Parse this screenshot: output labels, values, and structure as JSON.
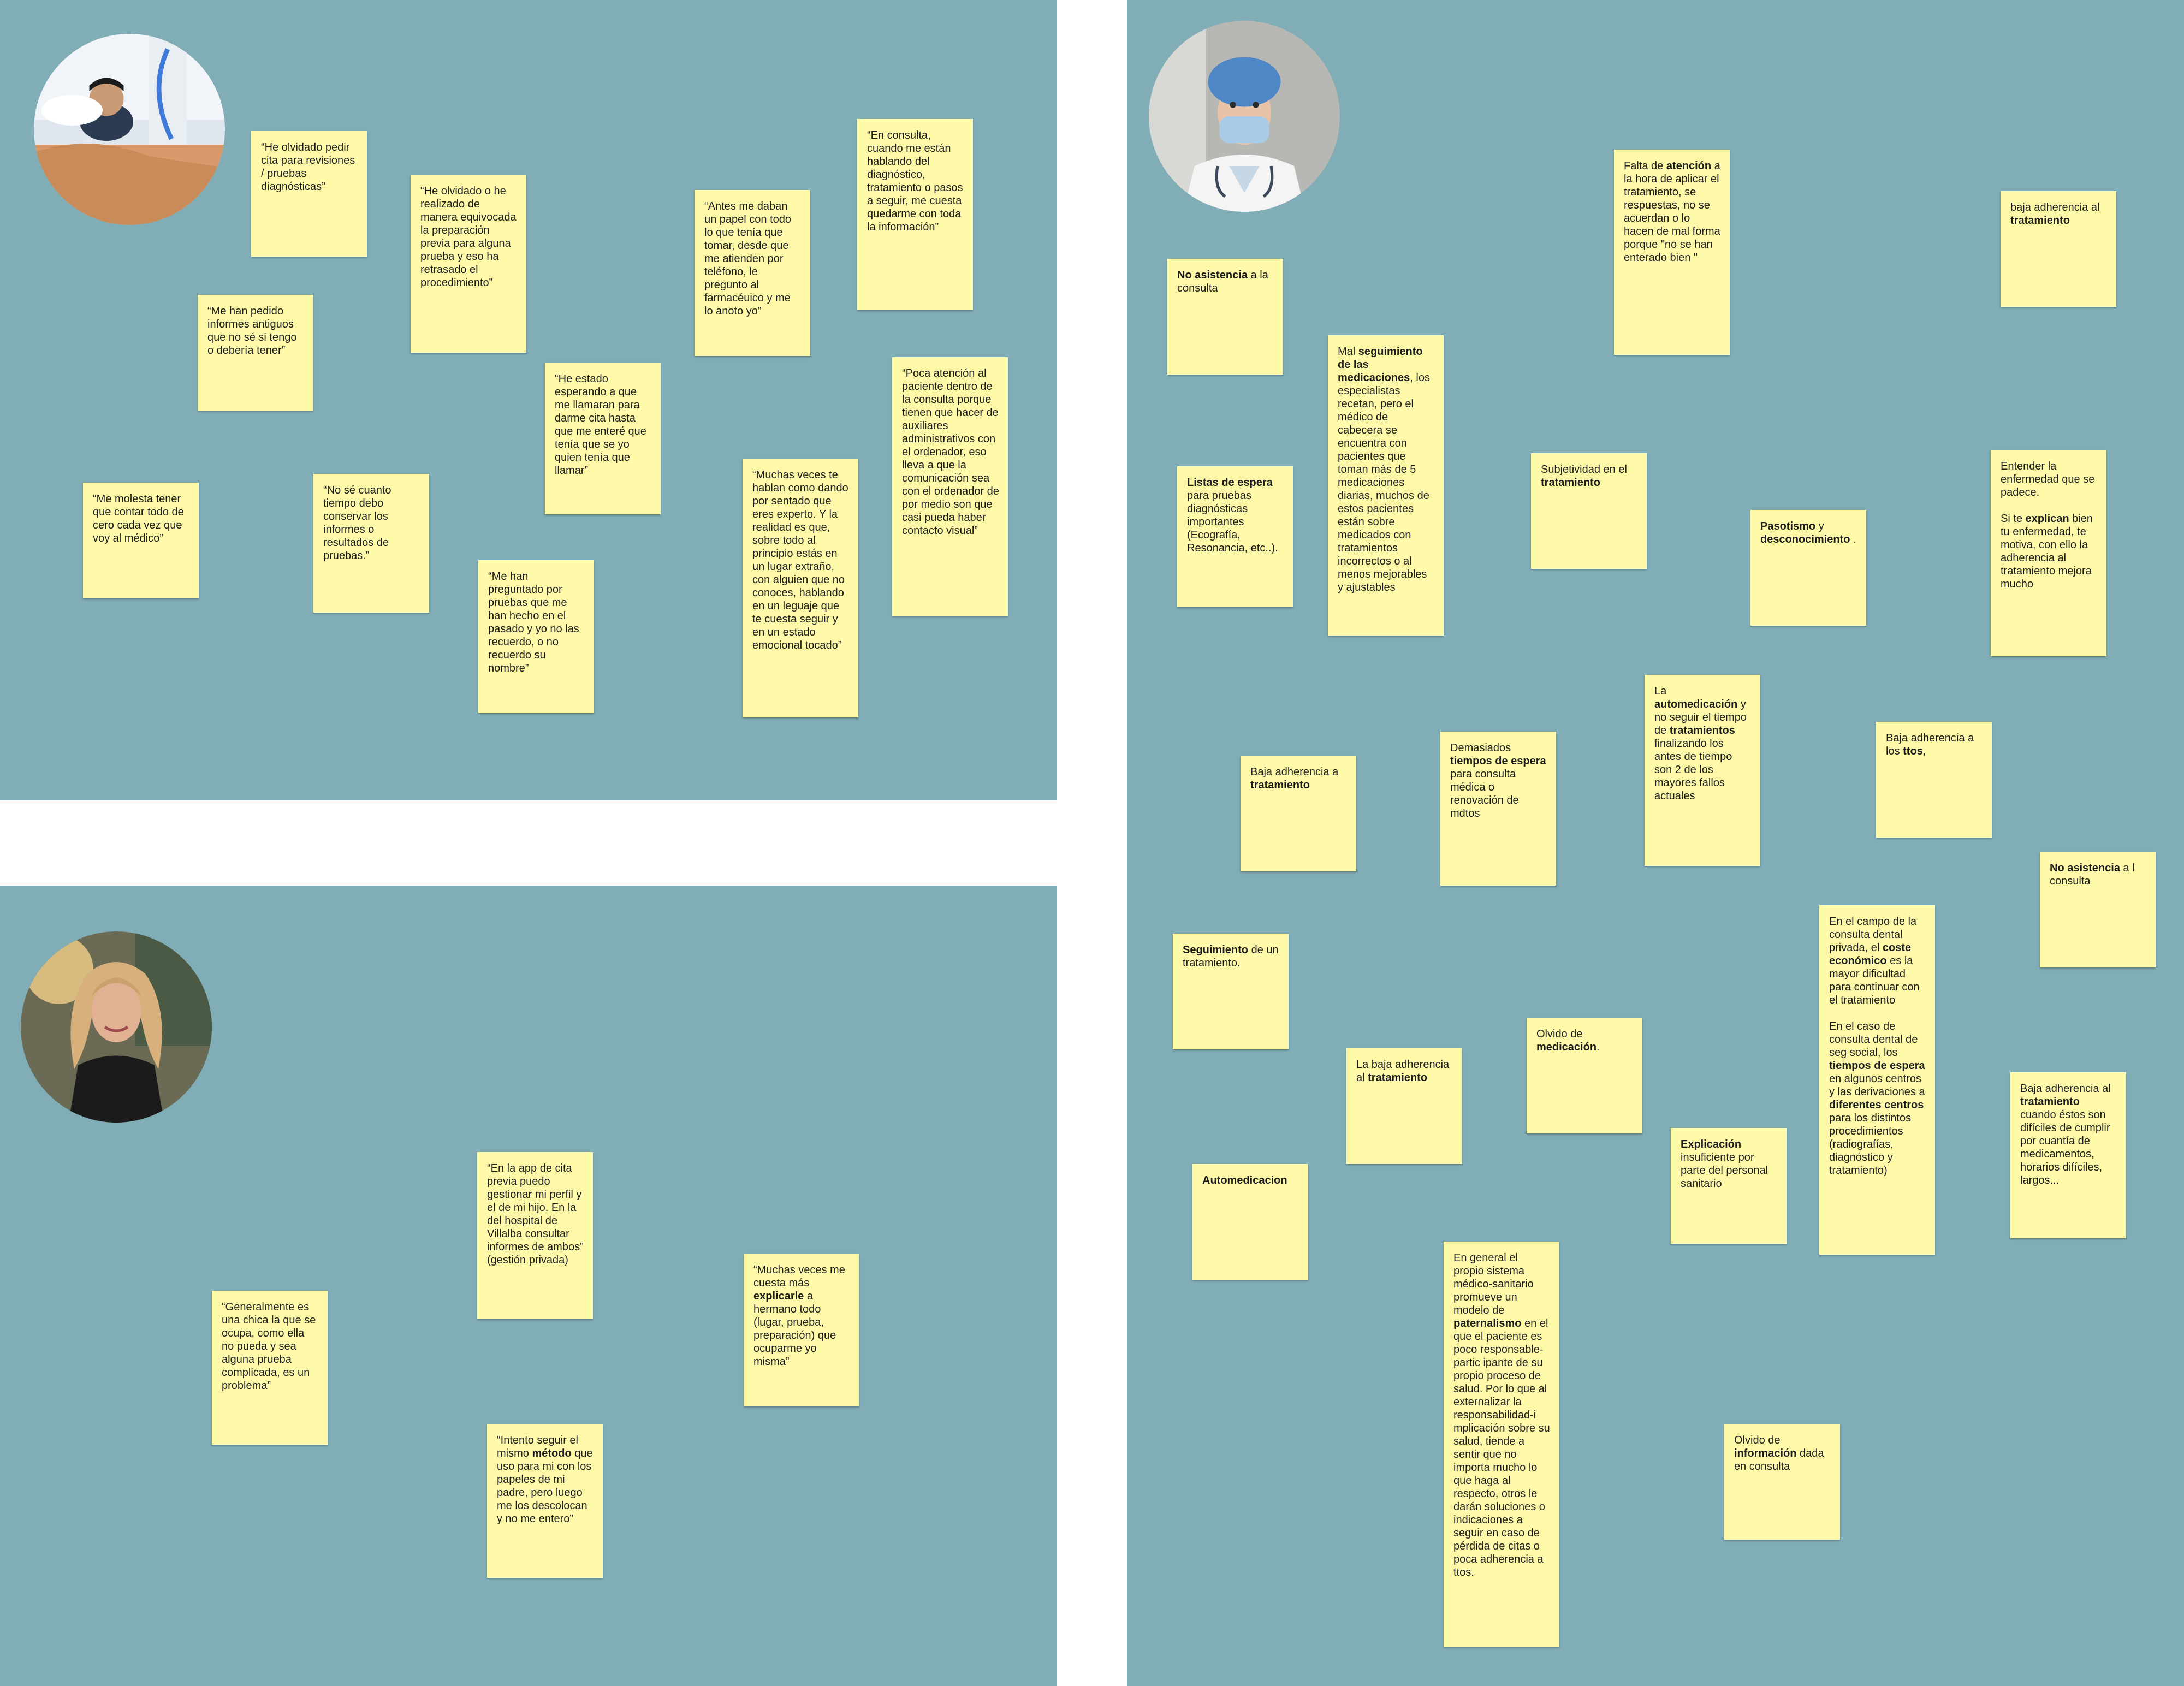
{
  "colors": {
    "board": "#80adb6",
    "note": "#fdf9a9",
    "background": "#ffffff"
  },
  "boards": [
    {
      "name": "patient-board",
      "avatar": "patient-man-avatar",
      "notes": [
        "“He olvidado pedir cita para revisiones / pruebas diagnósticas”",
        "“He olvidado o he realizado de manera equivocada la preparación previa para alguna prueba y eso ha retrasado el procedimiento”",
        "“Antes me daban un papel con todo lo que tenía que tomar, desde que me atienden por teléfono, le pregunto al farmacéuico y me lo anoto yo”",
        "“En consulta, cuando me están hablando del diagnóstico, tratamiento o pasos a seguir, me cuesta quedarme con toda la información”",
        "“Me han pedido informes antiguos que no sé si tengo o debería tener”",
        "“He estado esperando a que me llamaran para darme cita hasta que me enteré que tenía que se yo quien tenía que llamar”",
        "“Poca atención al paciente dentro de la consulta porque tienen que hacer de auxiliares administrativos con el ordenador, eso lleva a que la comunicación sea con el ordenador de por medio son que casi pueda haber contacto visual”",
        "“Me molesta tener que contar todo de cero cada vez que voy al médico”",
        "“No sé cuanto tiempo debo conservar los informes o resultados de pruebas.”",
        "“Muchas veces te hablan como dando por sentado que eres experto. Y la realidad es que, sobre todo al principio estás en un lugar extraño, con alguien que no conoces, hablando en un leguaje que te cuesta seguir y en un estado emocional tocado”",
        "“Me han preguntado por pruebas que me han hecho en el pasado y yo no las recuerdo, o no recuerdo su nombre”"
      ]
    },
    {
      "name": "caregiver-board",
      "avatar": "caregiver-woman-avatar",
      "notes": [
        "“En la app de cita previa puedo gestionar mi perfil y el de mi hijo. En la del hospital de Villalba consultar informes de ambos” (gestión privada)",
        "“Generalmente es una chica la que se ocupa, como ella no pueda y sea alguna prueba complicada, es un problema”",
        "“Muchas veces me cuesta más <b>explicarle</b> a hermano todo (lugar, prueba, preparación) que ocuparme yo misma”",
        "“Intento seguir el mismo <b>método</b> que uso para mi con los papeles de mi padre, pero luego me los descolocan y no me entero”"
      ]
    },
    {
      "name": "professional-board",
      "avatar": "doctor-avatar",
      "notes": [
        "<b>No asistencia</b> a la consulta",
        "Falta de <b>atención</b> a la hora de aplicar el tratamiento, se respuestas, no se acuerdan o lo hacen de mal forma porque \"no se han enterado bien \"",
        "baja adherencia al <b>tratamiento</b>",
        "Mal <b>seguimiento de las medicaciones</b>, los especialistas recetan, pero el médico de cabecera se encuentra con pacientes que toman más de 5 medicaciones diarias, muchos de estos pacientes están sobre medicados con tratamientos incorrectos o al menos mejorables y ajustables",
        "<b>Listas de espera</b> para pruebas diagnósticas importantes (Ecografía, Resonancia, etc..).",
        "Subjetividad en el <b>tratamiento</b>",
        "<b>Pasotismo</b> y <b>desconocimiento</b> .",
        "Entender la enfermedad que se padece.<br><br>Si te <b>explican</b> bien tu enfermedad, te motiva, con ello la adherencia al tratamiento mejora mucho",
        "La <b>automedicación</b> y no seguir el tiempo de <b>tratamientos</b> finalizando los antes de tiempo son 2 de los mayores fallos actuales",
        "Baja adherencia a <b>tratamiento</b>",
        "Demasiados <b>tiempos de espera</b> para consulta médica o renovación de mdtos",
        "Baja adherencia a los <b>ttos</b>,",
        "<b>No asistencia</b> a l consulta",
        "<b>Seguimiento</b> de un tratamiento.",
        "En el campo de la consulta dental privada, el <b>coste económico</b> es la mayor dificultad para continuar con el tratamiento<br><br>En el caso de consulta dental de seg social, los <b>tiempos de espera</b> en algunos centros y las derivaciones a <b>diferentes centros</b> para los distintos procedimientos (radiografías, diagnóstico y tratamiento)",
        "Olvido de <b>medicación</b>.",
        "La baja adherencia al <b>tratamiento</b>",
        "Baja adherencia al <b>tratamiento</b> cuando éstos son difíciles de cumplir por cuantía de medicamentos, horarios difíciles, largos...",
        "<b>Automedicacion</b>",
        "<b>Explicación</b> insuficiente por parte del personal sanitario",
        "En general el propio sistema médico-sanitario promueve un modelo de <b>paternalismo</b> en el que el paciente es poco responsable-partic ipante de su propio proceso de salud. Por lo que al externalizar la responsabilidad-i mplicación sobre su salud, tiende a sentir que no importa mucho lo que haga al respecto, otros le darán soluciones o indicaciones a seguir en caso de pérdida de citas o poca adherencia a ttos.",
        "Olvido de <b>información</b> dada en consulta"
      ]
    }
  ]
}
